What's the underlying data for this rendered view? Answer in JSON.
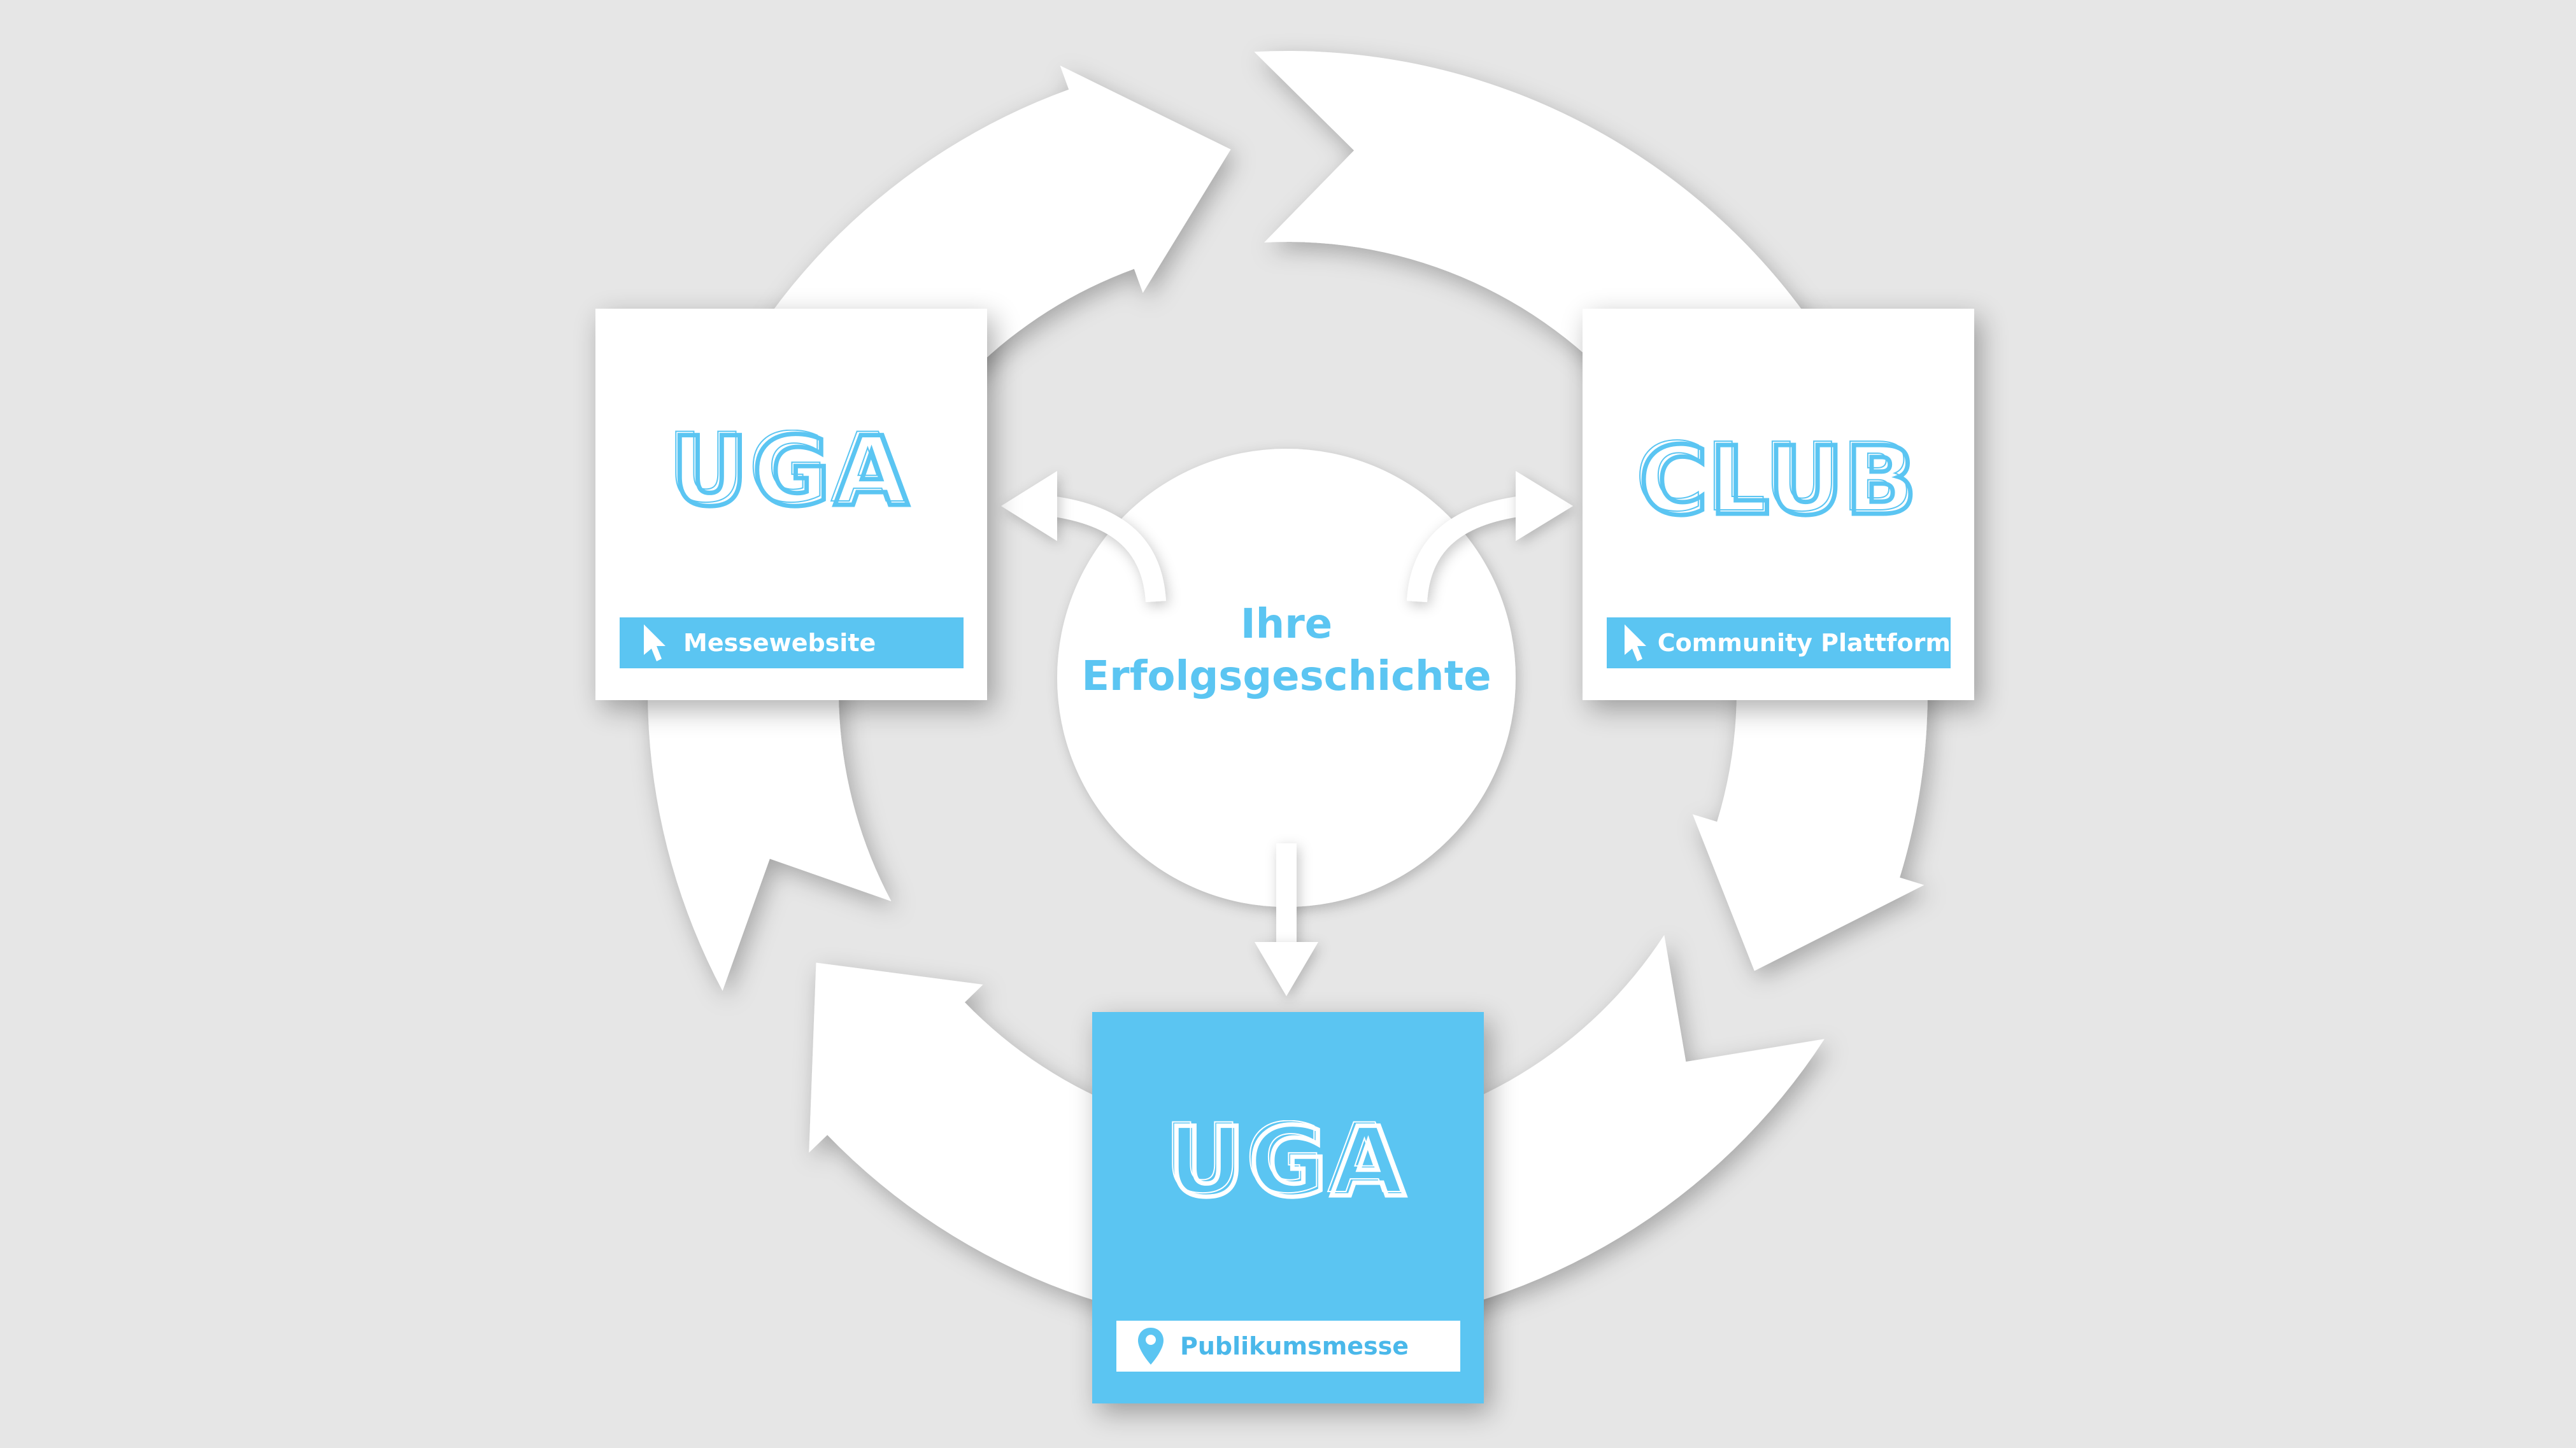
{
  "center": {
    "line1": "Ihre",
    "line2": "Erfolgsgeschichte"
  },
  "cards": {
    "left": {
      "logo_text": "UGA",
      "label": "Messewebsite",
      "icon": "cursor-icon"
    },
    "right": {
      "logo_text": "CLUB",
      "label": "Community Plattform",
      "icon": "cursor-icon"
    },
    "bottom": {
      "logo_text": "UGA",
      "label": "Publikumsmesse",
      "icon": "map-pin-icon"
    }
  },
  "colors": {
    "accent": "#5bc5f2",
    "background": "#e6e6e6",
    "card": "#ffffff"
  }
}
